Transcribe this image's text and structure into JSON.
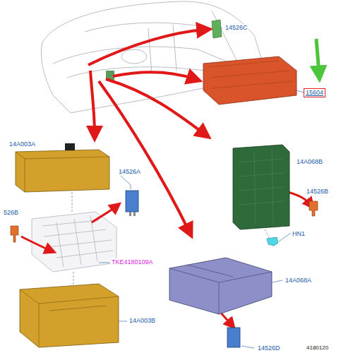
{
  "diagram": {
    "nodes": [
      {
        "text": [
          "15604"
        ]
      }
    ],
    "labels": [
      "14526C",
      "14A003A",
      "14526A",
      "526B",
      "TKE4180109A",
      "14A068B",
      "14526B",
      "HN1",
      "14A068A",
      "14A003B",
      "14526D",
      "4180120"
    ]
  }
}
